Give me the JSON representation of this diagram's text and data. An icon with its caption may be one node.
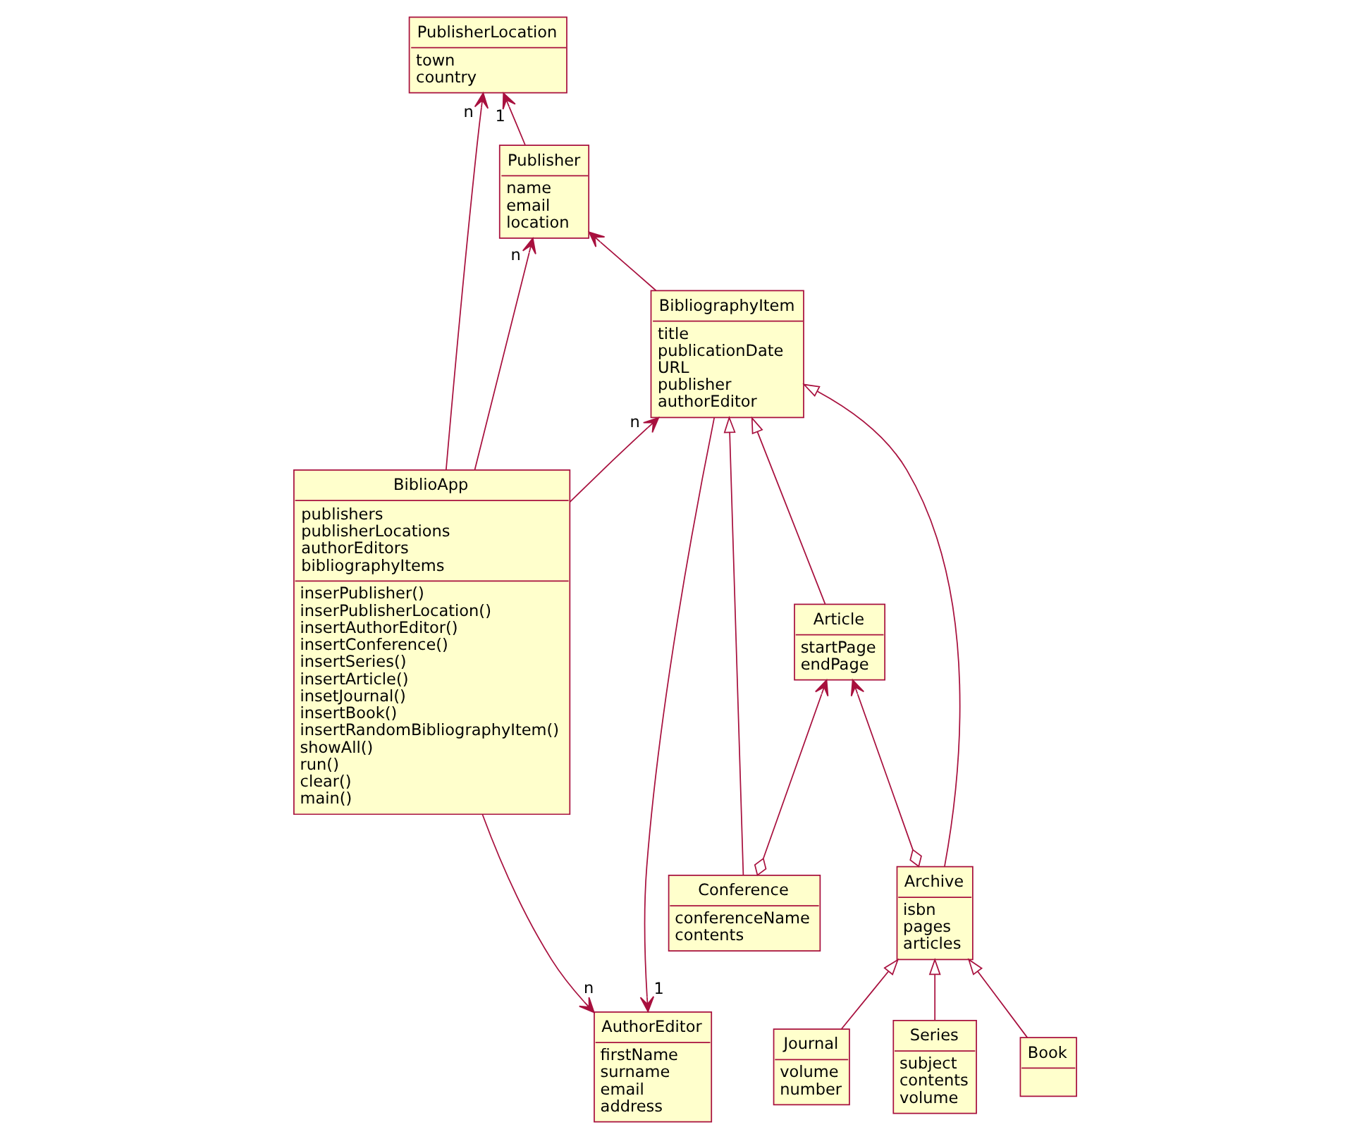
{
  "diagram": {
    "nodes": [
      {
        "text": [
          "PublisherLocation",
          "town country"
        ]
      },
      {
        "text": [
          "Publisher",
          "name email location"
        ]
      },
      {
        "text": [
          "BiblioApp",
          "publishers publisherLocations authorEditors bibliographyItems",
          "inserPublisher() inserPublisherLocation() insertAuthorEditor() insertConference() insertSeries() insertArticle() insetJournal() insertBook() insertRandomBibliographyItem() showAll() run() clear() main()"
        ]
      },
      {
        "text": [
          "BibliographyItem",
          "title publicationDate URL publisher authorEditor"
        ]
      },
      {
        "text": [
          "Archive",
          "isbn pages articles"
        ]
      },
      {
        "text": [
          "Article",
          "startPage endPage"
        ]
      },
      {
        "text": [
          "Conference",
          "conferenceName contents"
        ]
      },
      {
        "text": [
          "Journal",
          "volume number"
        ]
      },
      {
        "text": [
          "Series",
          "subject contents volume"
        ]
      },
      {
        "text": [
          "Book"
        ]
      },
      {
        "text": [
          "AuthorEditor",
          "firstName surname email address"
        ]
      }
    ],
    "edges": [
      {
        "from": 1,
        "to": 0,
        "arrow": "to",
        "label": "1"
      },
      {
        "from": 2,
        "to": 0,
        "arrow": "to",
        "label": "n"
      },
      {
        "from": 2,
        "to": 1,
        "arrow": "to",
        "label": "n"
      },
      {
        "from": 3,
        "to": 1,
        "arrow": "to"
      },
      {
        "from": 2,
        "to": 3,
        "arrow": "to",
        "label": "n"
      },
      {
        "from": 3,
        "to": 10,
        "arrow": "to",
        "label": "1"
      },
      {
        "from": 2,
        "to": 10,
        "arrow": "to",
        "label": "n"
      },
      {
        "from": 4,
        "to": 3,
        "arrow": "to"
      },
      {
        "from": 5,
        "to": 3,
        "arrow": "to"
      },
      {
        "from": 6,
        "to": 3,
        "arrow": "to"
      },
      {
        "from": 4,
        "to": 5,
        "arrow": "to"
      },
      {
        "from": 6,
        "to": 5,
        "arrow": "to"
      },
      {
        "from": 7,
        "to": 4,
        "arrow": "to"
      },
      {
        "from": 8,
        "to": 4,
        "arrow": "to"
      },
      {
        "from": 9,
        "to": 4,
        "arrow": "to"
      }
    ]
  }
}
